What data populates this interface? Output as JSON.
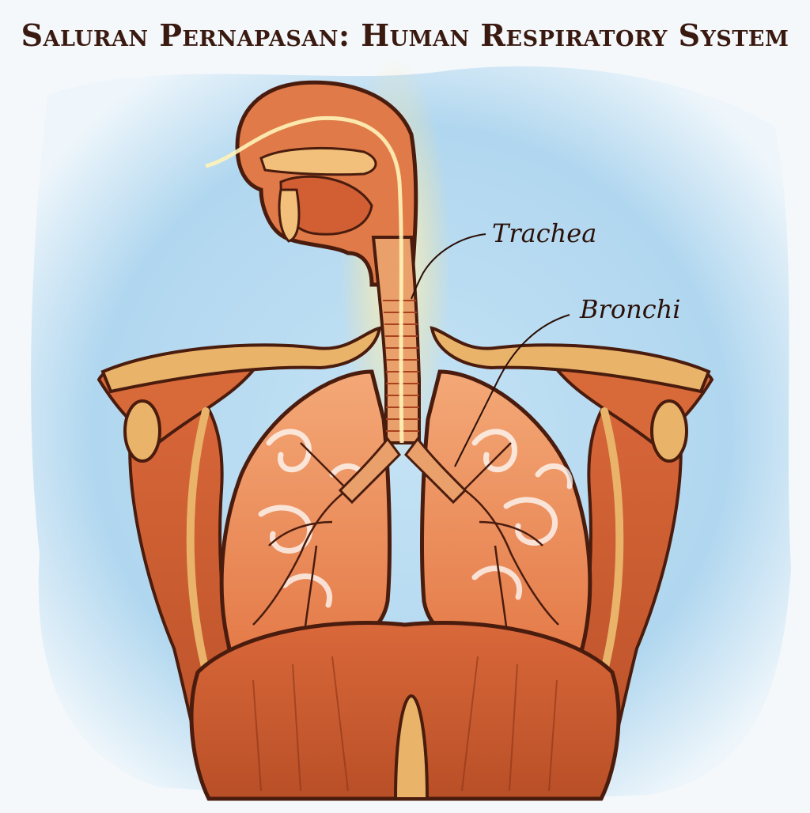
{
  "title": "Saluran Pernapasan: Human Respiratory System",
  "labels": {
    "trachea": "Trachea",
    "bronchi": "Bronchi"
  },
  "colors": {
    "background_wash": "#a9d3ee",
    "tissue": "#e0703e",
    "tissue_dark": "#a8421e",
    "lung": "#f09a6a",
    "bone": "#e9b36a",
    "outline": "#4a1c0e",
    "airflow_glow": "#fff2b0",
    "ink": "#2a1008"
  }
}
